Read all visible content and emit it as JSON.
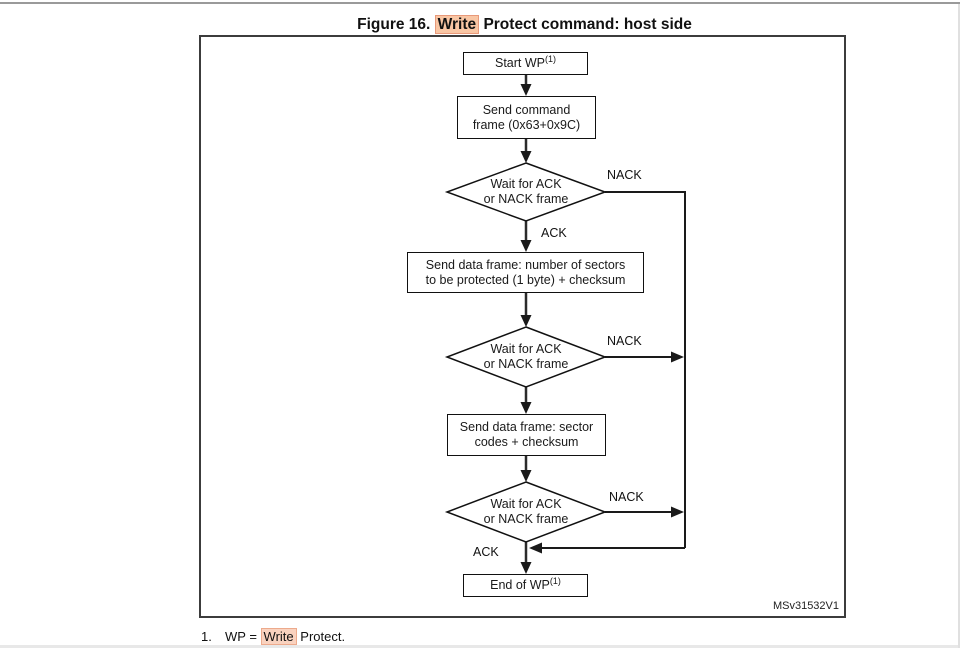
{
  "page": {
    "title": {
      "prefix": "Figure 16.",
      "highlight": "Write",
      "suffix": "Protect command: host side"
    },
    "footnote": {
      "number": "1.",
      "pre": "WP =",
      "highlight": "Write",
      "post": "Protect."
    },
    "watermark": "MSv31532V1"
  },
  "flowchart": {
    "nodes": {
      "start": {
        "text": "Start WP",
        "sup": "(1)"
      },
      "send_command": {
        "text": "Send command\nframe (0x63+0x9C)"
      },
      "wait1": {
        "text": "Wait for ACK\nor NACK frame"
      },
      "send_data1": {
        "text": "Send data frame: number of sectors\nto be protected (1 byte) + checksum"
      },
      "wait2": {
        "text": "Wait for ACK\nor NACK frame"
      },
      "send_data2": {
        "text": "Send data frame: sector\ncodes + checksum"
      },
      "wait3": {
        "text": "Wait for ACK\nor NACK frame"
      },
      "end": {
        "text": "End of WP",
        "sup": "(1)"
      }
    },
    "labels": {
      "ack1": "ACK",
      "nack1": "NACK",
      "nack2": "NACK",
      "nack3": "NACK",
      "ack3": "ACK"
    }
  },
  "colors": {
    "highlight_bg": "#f9c6a4",
    "highlight_border": "#e8997a",
    "line": "#1a1a1a",
    "frame_border": "#3c3c3c"
  }
}
